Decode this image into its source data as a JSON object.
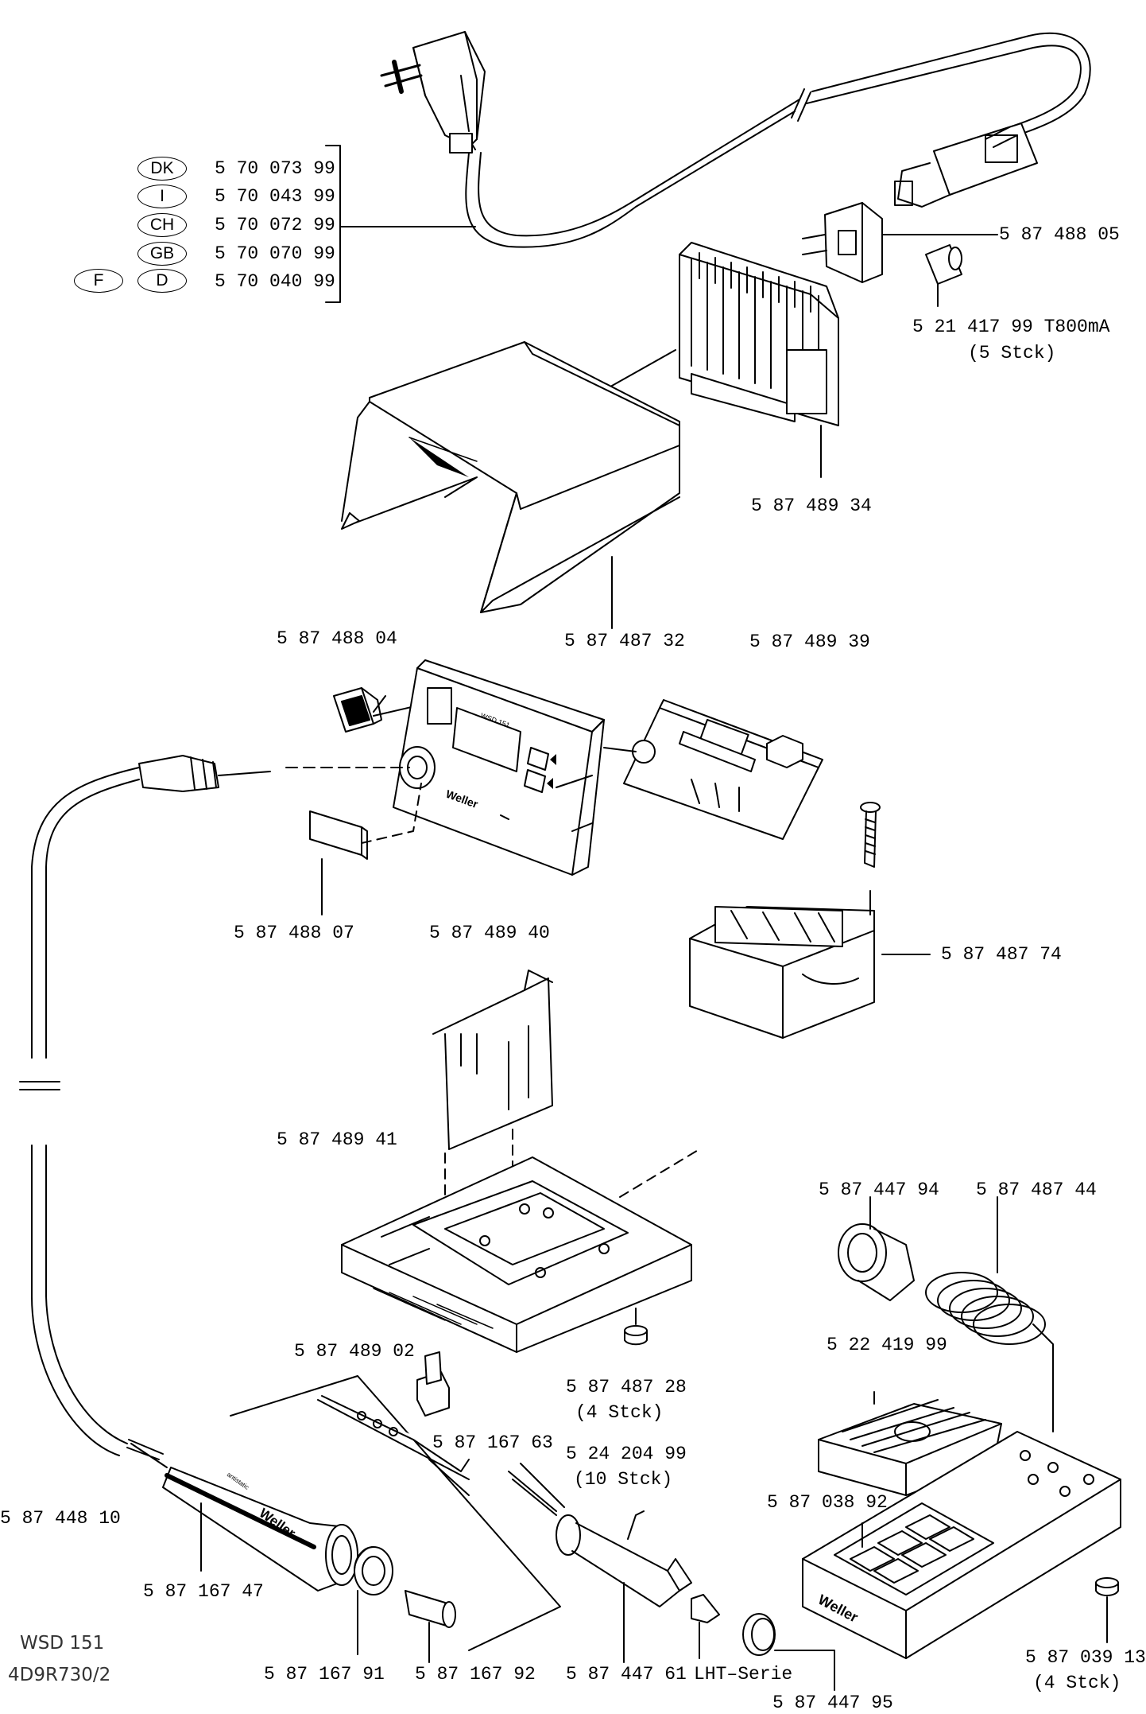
{
  "drawing": {
    "model": "WSD 151",
    "doc_number": "4D9R730/2"
  },
  "cable_variants": [
    {
      "codes": [
        "DK"
      ],
      "part": "5 70 073 99"
    },
    {
      "codes": [
        "I"
      ],
      "part": "5 70 043 99"
    },
    {
      "codes": [
        "CH"
      ],
      "part": "5 70 072 99"
    },
    {
      "codes": [
        "GB"
      ],
      "part": "5 70 070 99"
    },
    {
      "codes": [
        "F",
        "D"
      ],
      "part": "5 70 040 99"
    }
  ],
  "parts": {
    "socket": "5 87 488 05",
    "fuse": "5 21 417  99  T800mA",
    "fuse_qty": "(5  Stck)",
    "pcb_holder": "5 87 489 34",
    "cover": "5 87 487 32",
    "switch": "5 87 488 04",
    "display_pcb": "5 87 489 39",
    "front_panel": "5 87 489 40",
    "window": "5 87 488 07",
    "transformer": "5 87 487 74",
    "shield": "5 87 489 41",
    "sensor": "5  87 489 02",
    "foot": "5 87 487 28",
    "foot_qty": "(4  Stck)",
    "tip_holder": "5 87 447 94",
    "spring": "5 87 487 44",
    "sponge": "5 22 419 99",
    "contact_strip": "5 87 167  63",
    "screw": "5 24 204 99",
    "screw_qty": "(10  Stck)",
    "stand": "5 87 038 92",
    "cable": "5 87 448 10",
    "handle": "5 87 167 47",
    "ring": "5 87 167 91",
    "sleeve": "5 87 167 92",
    "heater": "5 87 447 61",
    "tip_series": "LHT–Serie",
    "nut": "5 87 447 95",
    "stand_foot": "5 87 039 13",
    "stand_foot_qty": "(4  Stck)"
  },
  "logos": {
    "panel_brand": "Weller",
    "panel_model": "WSD 151",
    "handle_brand": "Weller",
    "handle_text": "antistatic",
    "stand_brand": "Weller"
  }
}
